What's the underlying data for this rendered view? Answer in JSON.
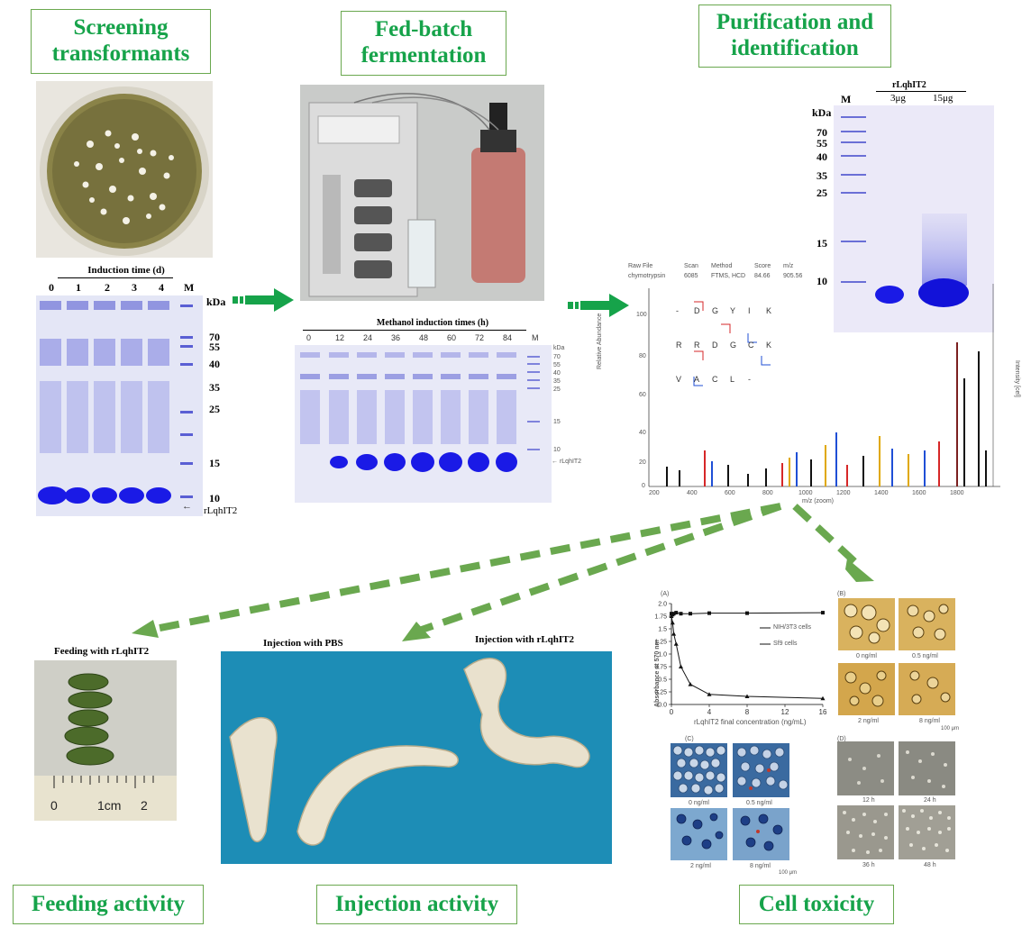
{
  "titles": {
    "screening": "Screening transformants",
    "fedbatch": "Fed-batch fermentation",
    "purification": "Purification and identification",
    "feeding": "Feeding activity",
    "injection": "Injection activity",
    "toxicity": "Cell toxicity"
  },
  "gel1": {
    "header": "Induction time (d)",
    "lanes": [
      "0",
      "1",
      "2",
      "3",
      "4",
      "M"
    ],
    "kda": "kDa",
    "markers": [
      "70",
      "55",
      "40",
      "35",
      "25",
      "15",
      "10"
    ],
    "band_label": "rLqhIT2"
  },
  "gel2": {
    "header": "Methanol induction times (h)",
    "lanes": [
      "0",
      "12",
      "24",
      "36",
      "48",
      "60",
      "72",
      "84",
      "M"
    ],
    "kda": "kDa",
    "markers": [
      "70",
      "55",
      "40",
      "35",
      "25",
      "15",
      "10"
    ],
    "band_label": "rLqhIT2"
  },
  "gel3": {
    "header": "rLqhIT2",
    "lanes": [
      "M",
      "3μg",
      "15μg"
    ],
    "kda": "kDa",
    "markers": [
      "70",
      "55",
      "40",
      "35",
      "25",
      "15",
      "10"
    ]
  },
  "ms": {
    "meta_headers": [
      "Raw File",
      "Scan",
      "Method",
      "Score",
      "m/z"
    ],
    "meta_values": [
      "chymotrypsin",
      "6085",
      "FTMS, HCD",
      "84.66",
      "905.56"
    ],
    "ylabel": "Relative Abundance",
    "y2label": "Intensity [cel]",
    "xlabel": "m/z (zoom)",
    "xticks": [
      "200",
      "400",
      "600",
      "800",
      "1000",
      "1200",
      "1400",
      "1600",
      "1800"
    ],
    "yticks": [
      "0",
      "20",
      "40",
      "60",
      "80",
      "100"
    ],
    "seq_rows": [
      [
        "-",
        "D",
        "G",
        "Y",
        "I",
        "K"
      ],
      [
        "R",
        "R",
        "D",
        "G",
        "C",
        "K"
      ],
      [
        "V",
        "A",
        "C",
        "L",
        "-"
      ]
    ]
  },
  "feeding": {
    "caption": "Feeding with rLqhIT2",
    "ruler": [
      "0",
      "1cm",
      "2"
    ]
  },
  "injection": {
    "pbs": "Injection with PBS",
    "rlq": "Injection with rLqhIT2"
  },
  "tox": {
    "panel_a": "(A)",
    "panel_b": "(B)",
    "panel_c": "(C)",
    "panel_d": "(D)",
    "ylabel": "Absorbance at 570 nm",
    "xlabel": "rLqhIT2 final concentration (ng/mL)",
    "legend": [
      "NIH/3T3 cells",
      "Sf9 cells"
    ],
    "b_labels": [
      "0 ng/ml",
      "0.5 ng/ml",
      "2 ng/ml",
      "8 ng/ml"
    ],
    "c_labels": [
      "0 ng/ml",
      "0.5 ng/ml",
      "2 ng/ml",
      "8 ng/ml"
    ],
    "d_labels": [
      "12 h",
      "24 h",
      "36 h",
      "48 h"
    ],
    "scale": "100 μm"
  },
  "chart_data": {
    "type": "line",
    "xlabel": "rLqhIT2 final concentration (ng/mL)",
    "ylabel": "Absorbance at 570 nm",
    "xlim": [
      0,
      16
    ],
    "ylim": [
      0,
      2.0
    ],
    "xticks": [
      0,
      4,
      8,
      12,
      16
    ],
    "yticks": [
      0,
      0.25,
      0.5,
      0.75,
      1.0,
      1.25,
      1.5,
      1.75,
      2.0
    ],
    "series": [
      {
        "name": "NIH/3T3 cells",
        "x": [
          0,
          0.125,
          0.25,
          0.5,
          1,
          2,
          4,
          8,
          16
        ],
        "y": [
          1.8,
          1.78,
          1.8,
          1.82,
          1.8,
          1.8,
          1.81,
          1.81,
          1.82
        ]
      },
      {
        "name": "Sf9 cells",
        "x": [
          0,
          0.125,
          0.25,
          0.5,
          1,
          2,
          4,
          8,
          16
        ],
        "y": [
          1.75,
          1.62,
          1.4,
          1.2,
          0.75,
          0.4,
          0.2,
          0.16,
          0.12
        ]
      }
    ],
    "legend_position": "right"
  },
  "colors": {
    "title_green": "#16a34a",
    "arrow_green": "#6aa84f",
    "gel_blue": "#1a1ae6"
  }
}
